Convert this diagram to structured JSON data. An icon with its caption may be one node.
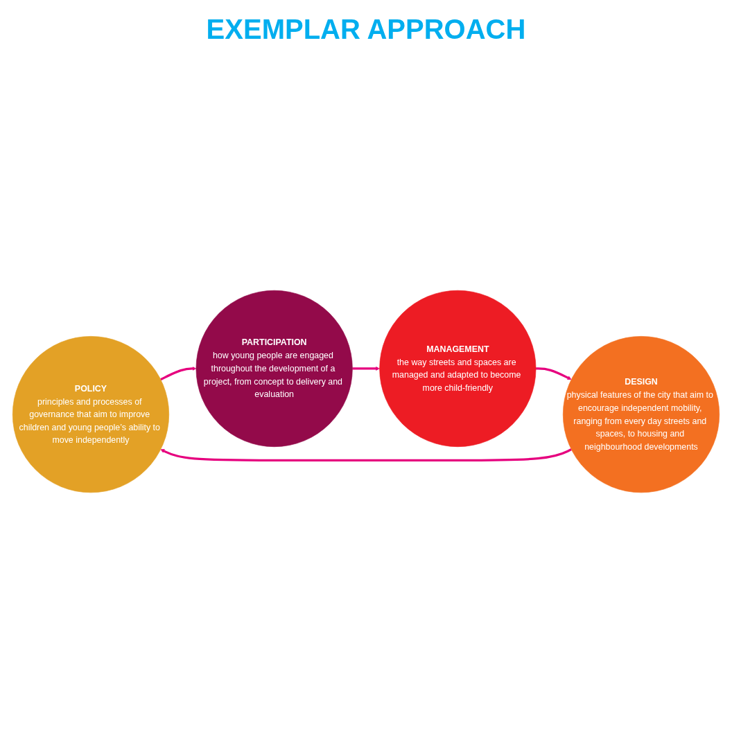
{
  "diagram": {
    "nodes": [
      {
        "text": [
          "POLICY",
          "principles and processes of governance that aim to improve children and young people’s ability to move independently"
        ]
      },
      {
        "text": [
          "PARTICIPATION",
          "how young people are engaged throughout the development of a project, from concept to delivery and evaluation"
        ]
      },
      {
        "text": [
          "MANAGEMENT",
          "the way streets and spaces are managed and adapted to become more child-friendly"
        ]
      },
      {
        "text": [
          "DESIGN",
          "physical features of the city that aim to encourage independent mobility, ranging from every day streets and spaces, to housing and neighbourhood developments"
        ]
      }
    ],
    "edges": [
      {
        "from": 0,
        "to": 1,
        "arrow": "to"
      },
      {
        "from": 1,
        "to": 2,
        "arrow": "to"
      },
      {
        "from": 2,
        "to": 3,
        "arrow": "to"
      },
      {
        "from": 3,
        "to": 0,
        "arrow": "to"
      }
    ],
    "labels": [
      "EXEMPLAR APPROACH"
    ]
  }
}
